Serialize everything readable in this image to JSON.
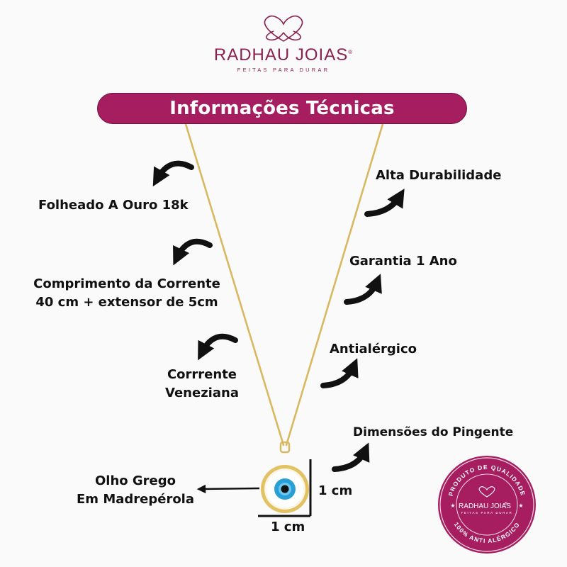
{
  "brand": {
    "name": "RADHAU JOIAS",
    "registered": "®",
    "tagline": "FEITAS PARA DURAR"
  },
  "banner": {
    "title": "Informações Técnicas"
  },
  "features_left": [
    {
      "lines": [
        "Folheado A Ouro 18k"
      ]
    },
    {
      "lines": [
        "Comprimento da Corrente",
        "40 cm + extensor de 5cm"
      ]
    },
    {
      "lines": [
        "Corrrente",
        "Veneziana"
      ]
    },
    {
      "lines": [
        "Olho Grego",
        "Em Madrepérola"
      ]
    }
  ],
  "features_right": [
    {
      "label": "Alta Durabilidade"
    },
    {
      "label": "Garantia 1 Ano"
    },
    {
      "label": "Antialérgico"
    },
    {
      "label": "Dimensões do Pingente"
    }
  ],
  "dimensions": {
    "height": "1 cm",
    "width": "1 cm"
  },
  "seal": {
    "top_text": "PRODUTO DE QUALIDADE",
    "bottom_text": "100% ANTI ALÉRGICO",
    "brand": "RADHAU JOIAS",
    "registered": "®",
    "tagline": "FEITAS PARA DURAR"
  },
  "colors": {
    "brand": "#a61e5f",
    "gold": "#d9b860",
    "text": "#111111"
  }
}
